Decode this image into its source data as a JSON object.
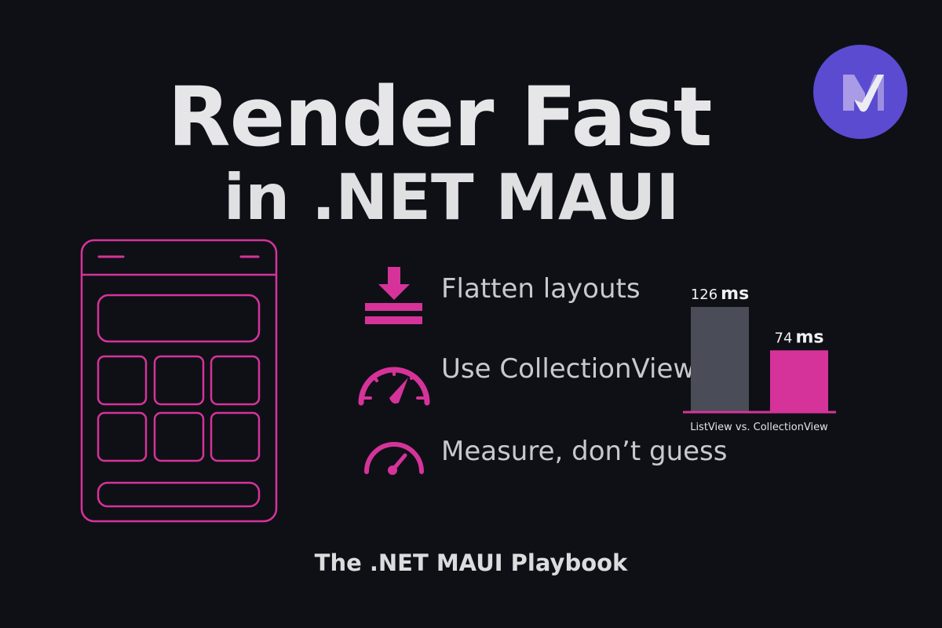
{
  "title": {
    "line1": "Render Fast",
    "line2": "in .NET MAUI"
  },
  "logo": {
    "letter": "M",
    "color": "#5a4bd1"
  },
  "bullets": [
    {
      "icon": "download-flatten-icon",
      "label": "Flatten layouts"
    },
    {
      "icon": "speedometer-icon",
      "label": "Use CollectionView"
    },
    {
      "icon": "gauge-icon",
      "label": "Measure, don’t guess"
    }
  ],
  "footer": "The .NET MAUI Playbook",
  "colors": {
    "accent": "#d6339a",
    "background": "#0e1016",
    "bar_gray": "#4a4c57"
  },
  "chart_data": {
    "type": "bar",
    "categories": [
      "ListView",
      "CollectionView"
    ],
    "values": [
      126,
      74
    ],
    "value_labels": [
      "126",
      "74"
    ],
    "unit": "ms",
    "caption": "ListView vs. CollectionView",
    "colors": [
      "#4a4c57",
      "#d6339a"
    ]
  }
}
